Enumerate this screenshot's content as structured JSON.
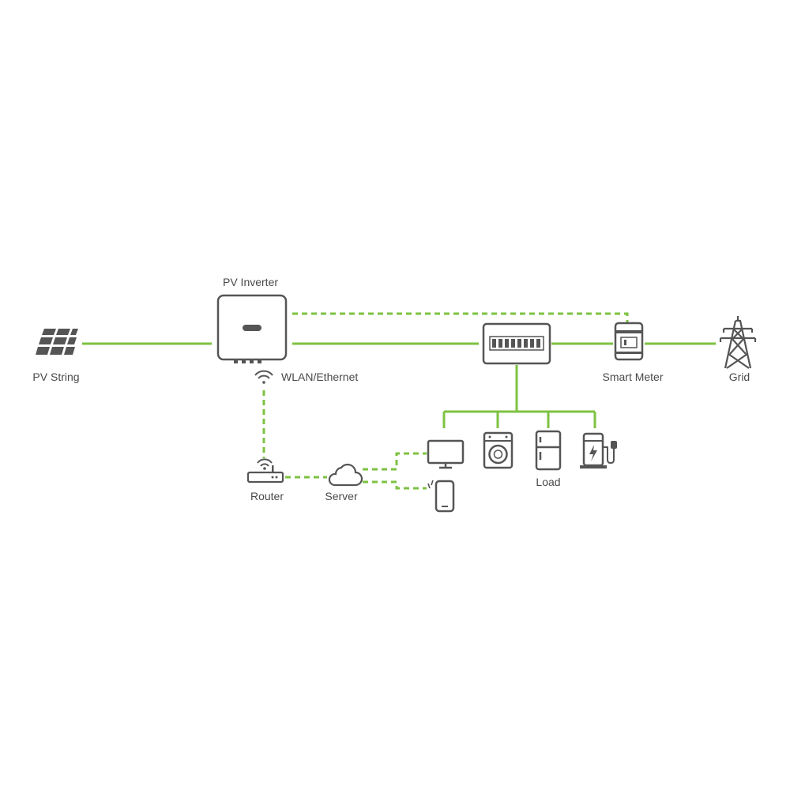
{
  "labels": {
    "pv_inverter": "PV Inverter",
    "pv_string": "PV String",
    "wlan": "WLAN/Ethernet",
    "smart_meter": "Smart Meter",
    "grid": "Grid",
    "load": "Load",
    "router": "Router",
    "server": "Server"
  },
  "colors": {
    "power_line": "#7dc242",
    "comm_line": "#7dc242",
    "icon": "#555555",
    "text": "#4a4a4a"
  },
  "icons": [
    "solar-panel-icon",
    "inverter-icon",
    "wifi-icon",
    "distribution-box-icon",
    "smart-meter-icon",
    "transmission-tower-icon",
    "router-icon",
    "cloud-icon",
    "monitor-icon",
    "smartphone-icon",
    "washing-machine-icon",
    "refrigerator-icon",
    "ev-charger-icon"
  ]
}
